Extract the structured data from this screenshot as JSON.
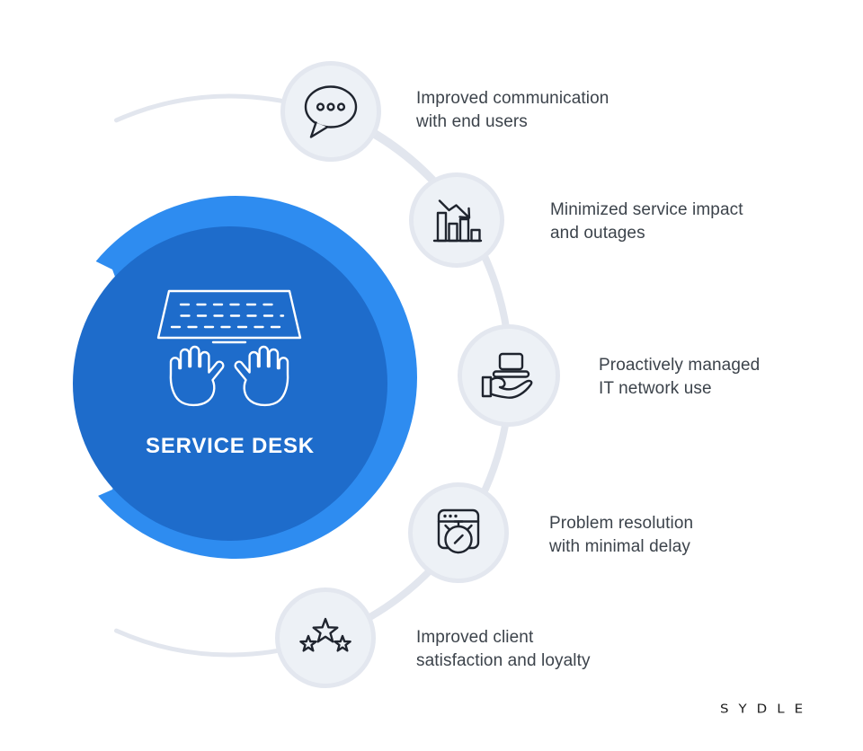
{
  "brand": "SYDLE",
  "center": {
    "label": "SERVICE DESK",
    "icon": "keyboard-hands-icon"
  },
  "colors": {
    "accent_light_blue": "#2e8cf0",
    "accent_dark_blue": "#1e6ccb",
    "connector_gray": "#e2e6ee",
    "node_fill": "#edf1f6",
    "node_border": "#e3e7ef",
    "text_gray": "#3c434b",
    "icon_stroke": "#1f242e"
  },
  "items": [
    {
      "icon": "speech-bubble-icon",
      "label_line1": "Improved communication",
      "label_line2": "with end users"
    },
    {
      "icon": "declining-chart-icon",
      "label_line1": "Minimized service impact",
      "label_line2": "and outages"
    },
    {
      "icon": "laptop-on-hand-icon",
      "label_line1": "Proactively managed",
      "label_line2": "IT network use"
    },
    {
      "icon": "window-stopwatch-icon",
      "label_line1": "Problem resolution",
      "label_line2": "with minimal delay"
    },
    {
      "icon": "three-stars-icon",
      "label_line1": "Improved client",
      "label_line2": "satisfaction and loyalty"
    }
  ]
}
